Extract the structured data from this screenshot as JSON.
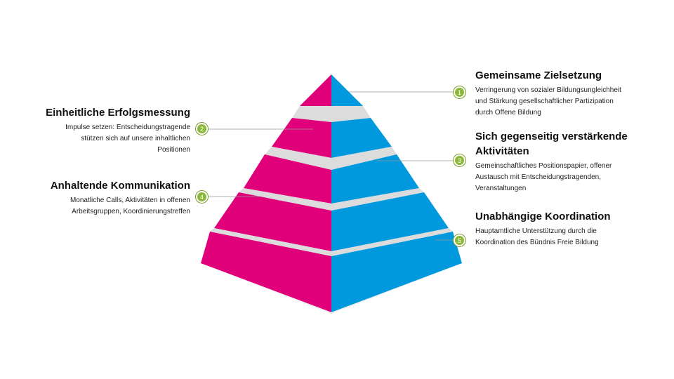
{
  "colors": {
    "left_face": "#e0007a",
    "right_face": "#0099dd",
    "gap": "#dcdcdc",
    "badge": "#8cb83a",
    "connector": "#9a9a9a"
  },
  "badges": [
    "1",
    "2",
    "3",
    "4",
    "5"
  ],
  "items": [
    {
      "number": "1",
      "title": "Gemeinsame Zielsetzung",
      "desc_lines": [
        "Verringerung von sozialer Bildungsungleichheit",
        "und Stärkung gesellschaftlicher Partizipation",
        "durch Offene Bildung"
      ]
    },
    {
      "number": "2",
      "title": "Einheitliche Erfolgsmessung",
      "desc_lines": [
        "Impulse setzen: Entscheidungstragende",
        "stützen sich auf unsere inhaltlichen",
        "Positionen"
      ]
    },
    {
      "number": "3",
      "title_lines": [
        "Sich gegenseitig verstärkende",
        "Aktivitäten"
      ],
      "desc_lines": [
        "Gemeinschaftliches Positionspapier, offener",
        "Austausch mit Entscheidungstragenden,",
        "Veranstaltungen"
      ]
    },
    {
      "number": "4",
      "title": "Anhaltende Kommunikation",
      "desc_lines": [
        "Monatliche Calls, Aktivitäten in offenen",
        "Arbeitsgruppen, Koordinierungstreffen"
      ]
    },
    {
      "number": "5",
      "title": "Unabhängige Koordination",
      "desc_lines": [
        "Hauptamtliche Unterstützung durch die",
        "Koordination des Bündnis Freie Bildung"
      ]
    }
  ]
}
